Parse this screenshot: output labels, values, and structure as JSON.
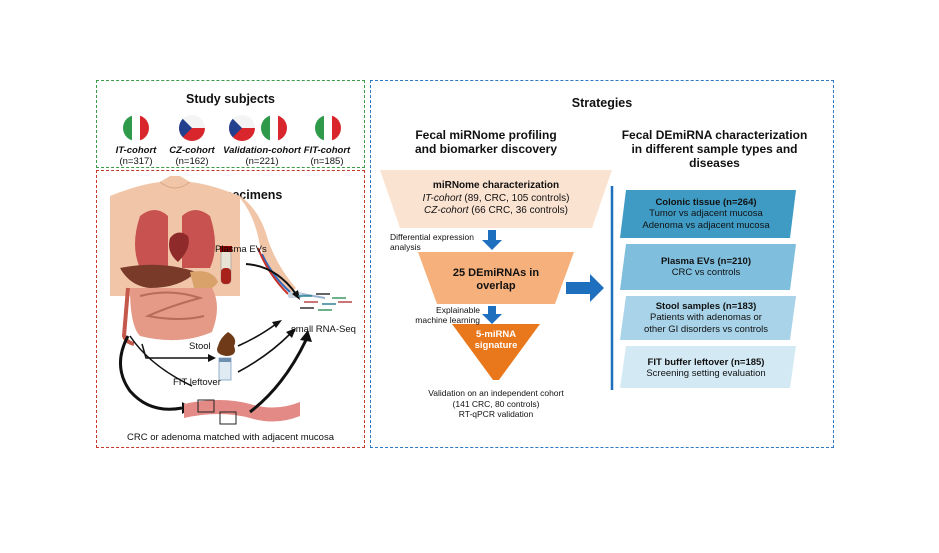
{
  "study_subjects": {
    "title": "Study subjects",
    "cohorts": [
      {
        "name": "IT-cohort",
        "n": "(n=317)"
      },
      {
        "name": "CZ-cohort",
        "n": "(n=162)"
      },
      {
        "name": "Validation-cohort",
        "n": "(n=221)"
      },
      {
        "name": "FIT-cohort",
        "n": "(n=185)"
      }
    ]
  },
  "biospecimens": {
    "title": "Biospecimens",
    "plasma": "Plasma EVs",
    "stool": "Stool",
    "fit": "FIT leftover",
    "seq": "small RNA-Seq",
    "caption": "CRC or adenoma matched with adjacent mucosa"
  },
  "strategies": {
    "title": "Strategies",
    "left_heading_1": "Fecal miRNome profiling",
    "left_heading_2": "and biomarker discovery",
    "right_heading_1": "Fecal DEmiRNA characterization",
    "right_heading_2": "in different sample types and",
    "right_heading_3": "diseases",
    "funnel": {
      "top_title": "miRNome characterization",
      "top_line1_cohort": "IT-cohort",
      "top_line1_rest": " (89, CRC, 105 controls)",
      "top_line2_cohort": "CZ-cohort",
      "top_line2_rest": " (66 CRC, 36 controls)",
      "step1_1": "Differential expression",
      "step1_2": "analysis",
      "mid_1": "25 DEmiRNAs in",
      "mid_2": "overlap",
      "step2_1": "Explainable",
      "step2_2": "machine learning",
      "bottom_1": "5-miRNA",
      "bottom_2": "signature",
      "val_1": "Validation on an independent cohort",
      "val_2": "(141 CRC, 80 controls)",
      "val_3": "RT-qPCR validation"
    },
    "cards": [
      {
        "title": "Colonic tissue (n=264)",
        "line1": "Tumor vs adjacent mucosa",
        "line2": "Adenoma vs adjacent mucosa"
      },
      {
        "title": "Plasma EVs (n=210)",
        "line1": "CRC vs controls",
        "line2": ""
      },
      {
        "title": "Stool samples (n=183)",
        "line1": "Patients with adenomas or",
        "line2": "other GI disorders vs controls"
      },
      {
        "title": "FIT buffer leftover (n=185)",
        "line1": "Screening setting evaluation",
        "line2": ""
      }
    ]
  },
  "colors": {
    "card1": "#3f9bc4",
    "card2": "#7fbedd",
    "card3": "#a8d3e8",
    "card4": "#d3eaf4",
    "funnel_top": "#fbe3d2",
    "funnel_mid": "#f5b07b",
    "funnel_bottom": "#e9771b",
    "arrow": "#1f6fbf"
  }
}
